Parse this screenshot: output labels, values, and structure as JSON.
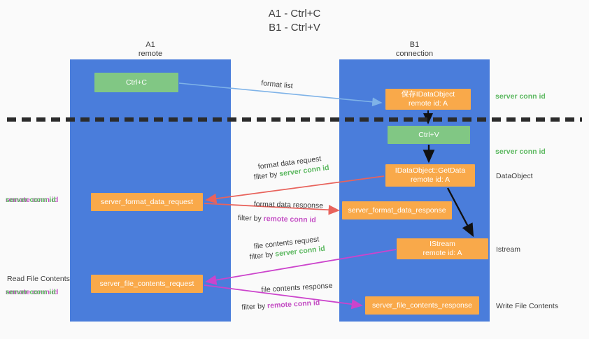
{
  "title": "A1 - Ctrl+C\nB1 - Ctrl+V",
  "lanes": [
    {
      "name": "A1",
      "sub": "remote",
      "label": "A1\nremote"
    },
    {
      "name": "B1",
      "sub": "connection",
      "label": "B1\nconnection"
    }
  ],
  "boxes": {
    "ctrl_c": "Ctrl+C",
    "save_idataobject": "保存IDataObject\nremote id: A",
    "ctrl_v": "Ctrl+V",
    "getdata": "IDataObject::GetData\nremote id: A",
    "server_format_data_request": "server_format_data_request",
    "server_format_data_response": "server_format_data_response",
    "istream": "IStream\nremote id: A",
    "server_file_contents_request": "server_file_contents_request",
    "server_file_contents_response": "server_file_contents_response"
  },
  "arrow_labels": {
    "format_list": "format list",
    "format_data_request": "format data request",
    "format_data_response": "format data response",
    "file_contents_request": "file contents request",
    "file_contents_response": "file contents response",
    "filter_by": "filter by ",
    "server_conn_id": "server conn id",
    "remote_conn_id": "remote conn id"
  },
  "side_labels": {
    "server_conn_id_top": "server conn id",
    "server_conn_id_mid": "server conn id",
    "dataobject": "DataObject",
    "istream": "Istream",
    "write_file_contents": "Write File Contents",
    "read_file_contents": "Read File Contents",
    "remote_conn_id": "remote conn id",
    "server_conn_id": "server conn id"
  },
  "colors": {
    "lane": "#4a7ddb",
    "green_box": "#81c784",
    "orange_box": "#f9a94a",
    "green_text": "#5cb860",
    "purple_text": "#c44ec4",
    "blue_arrow": "#7fb3e8",
    "red_arrow": "#e8635c",
    "black_arrow": "#111111",
    "magenta_arrow": "#cc44cc",
    "divider": "#2b2b2b",
    "background": "#fafafa"
  }
}
